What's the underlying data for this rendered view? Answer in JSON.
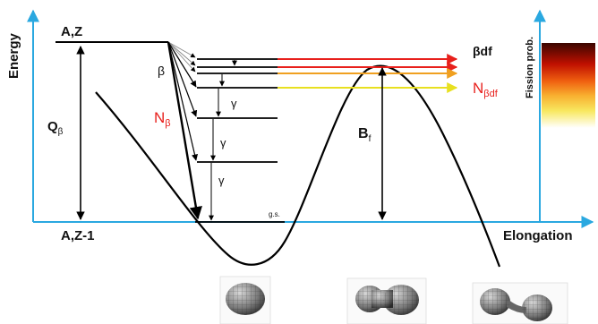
{
  "axes": {
    "y_label": "Energy",
    "x_label": "Elongation",
    "right_label": "Fission prob."
  },
  "levels": {
    "parent": "A,Z",
    "daughter": "A,Z-1",
    "ground_state": "g.s."
  },
  "symbols": {
    "q_main": "Q",
    "q_sub": "β",
    "beta": "β",
    "n_main": "N",
    "n_sub": "β",
    "gamma": "γ",
    "b_main": "B",
    "b_sub": "f",
    "bdf": "βdf",
    "ndf_main": "N",
    "ndf_sub": "βdf"
  },
  "colors": {
    "axis": "#2aa8e0",
    "curve": "#000000",
    "red_line": "#e8201c",
    "orange_line": "#f0a020",
    "yellow_line": "#e8e020",
    "label_red": "#e8201c",
    "gradient": [
      "#3a0600",
      "#c01000",
      "#f06010",
      "#f8b030",
      "#f8e860",
      "#ffffff"
    ]
  },
  "shapes": [
    "spheroid-shape",
    "elongated-shape",
    "scission-shape"
  ]
}
